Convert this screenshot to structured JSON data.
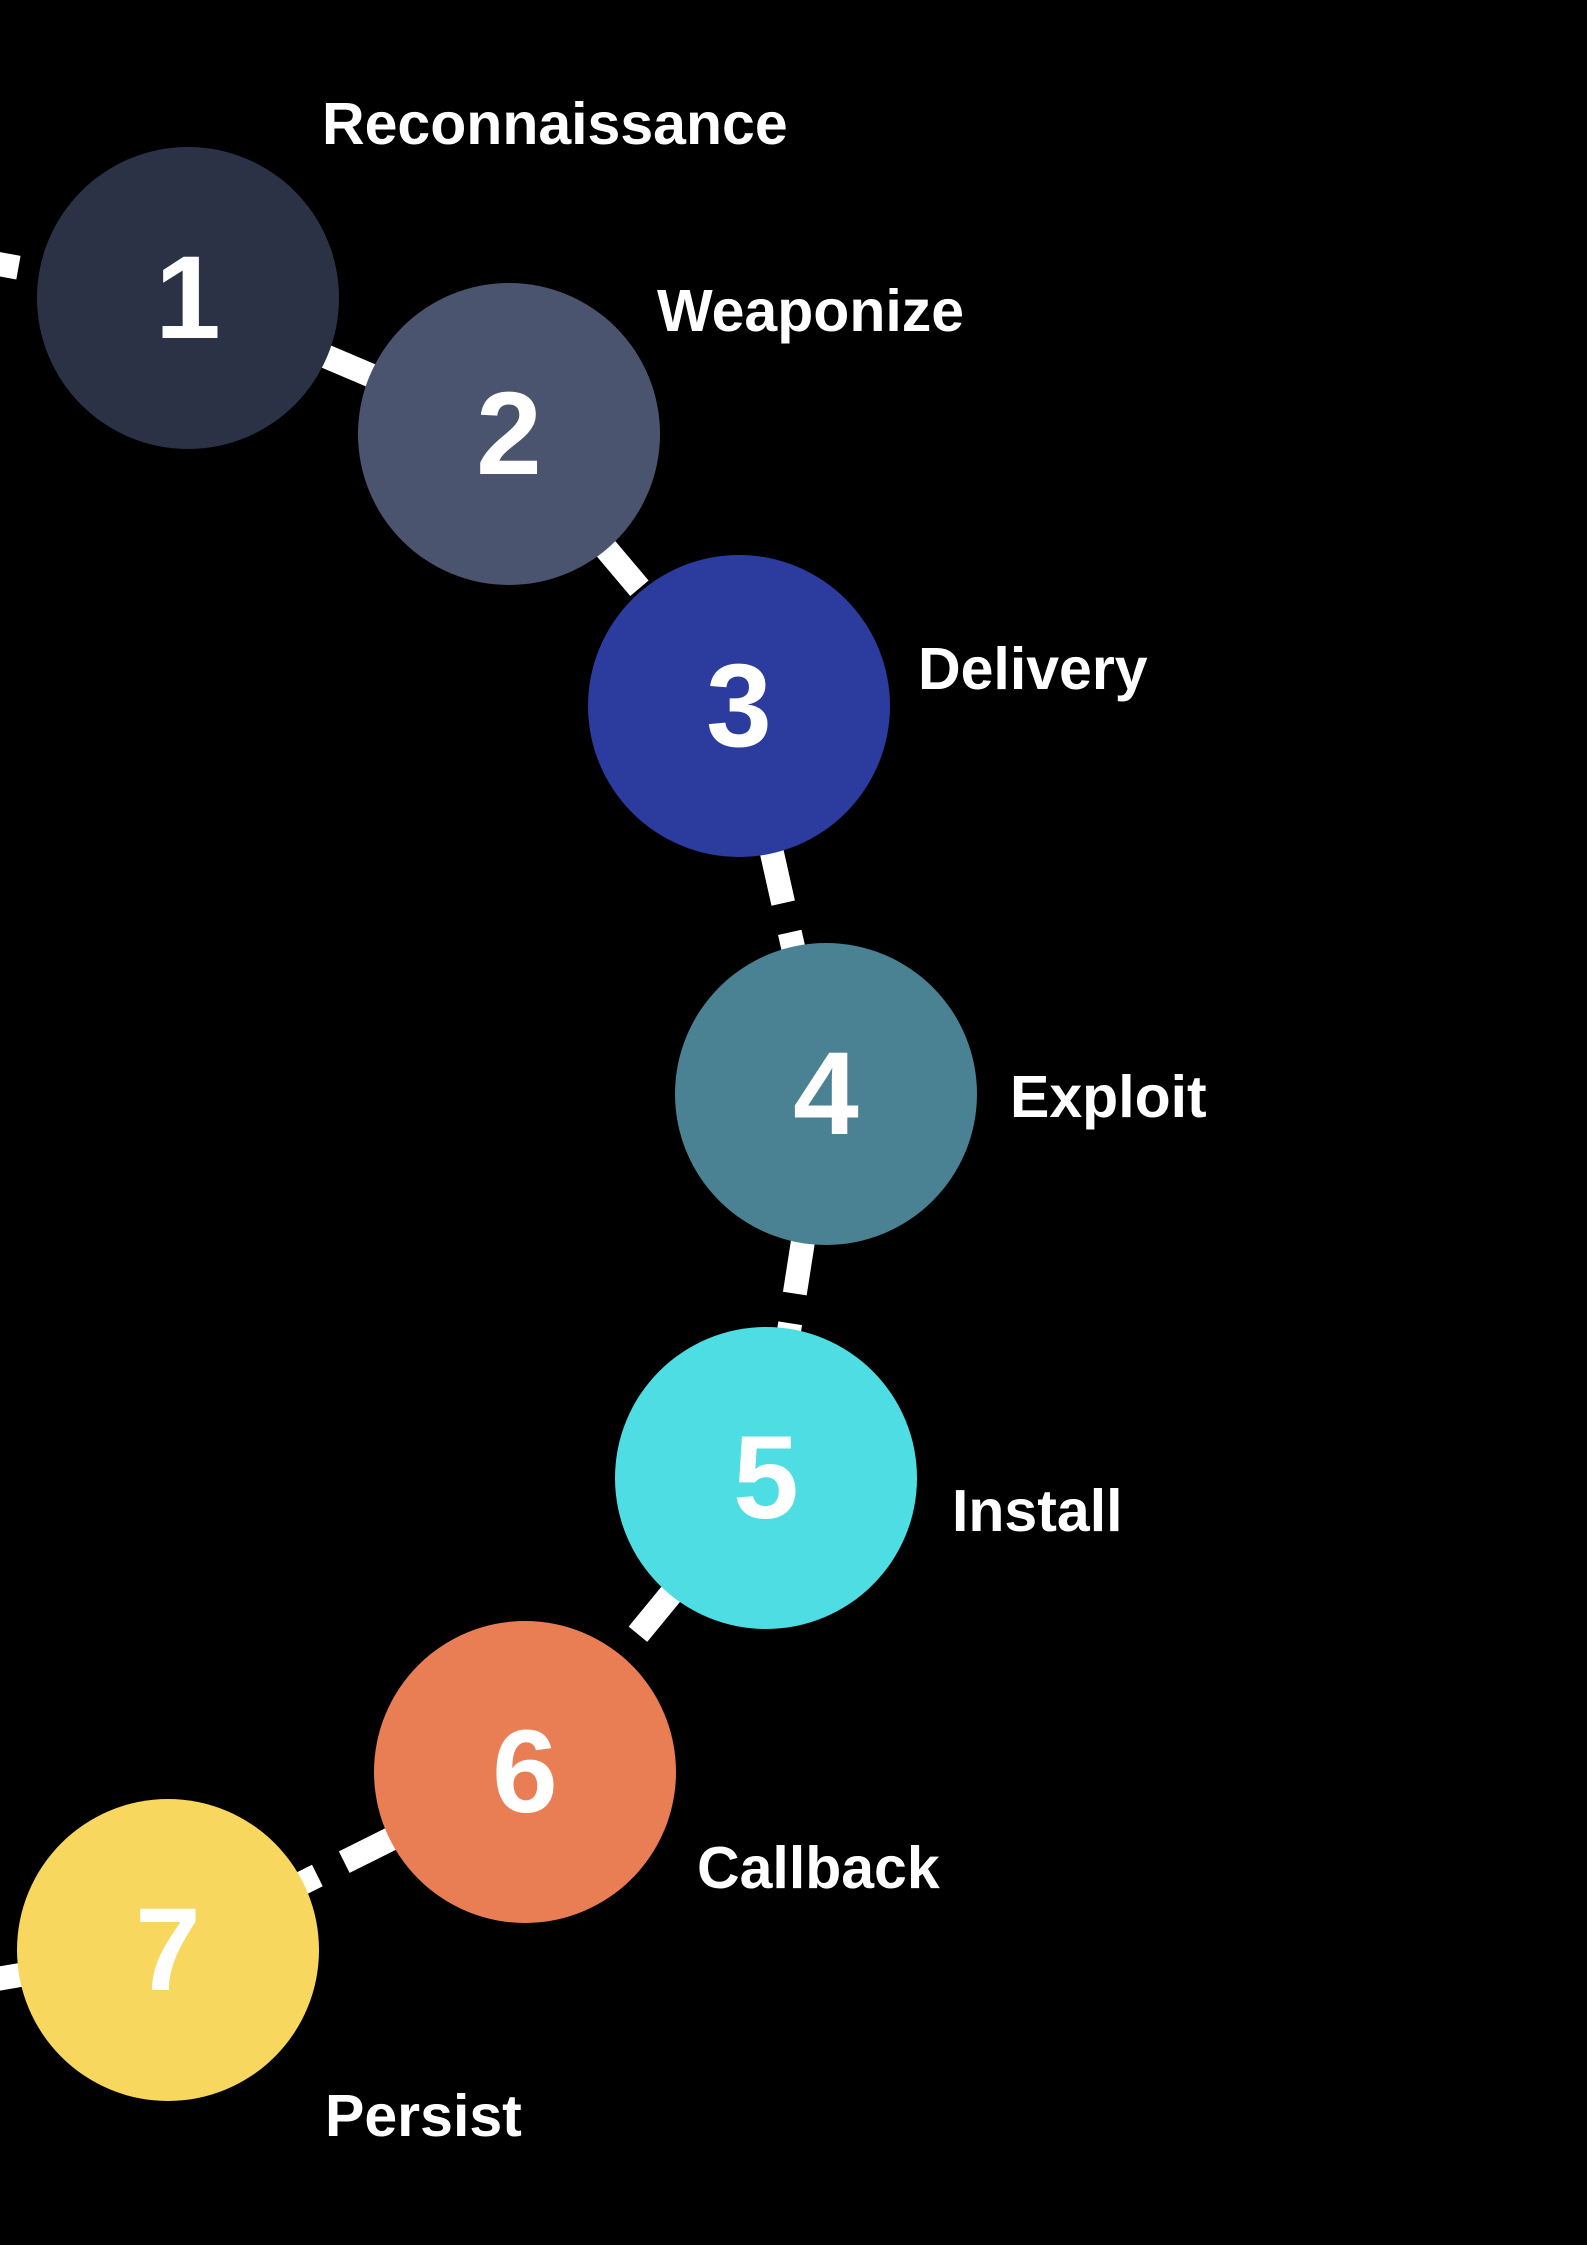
{
  "diagram": {
    "background": "#000000",
    "connector_color": "#ffffff",
    "steps": [
      {
        "number": "1",
        "label": "Reconnaissance",
        "color": "#2b3245"
      },
      {
        "number": "2",
        "label": "Weaponize",
        "color": "#4a546f"
      },
      {
        "number": "3",
        "label": "Delivery",
        "color": "#2b3b9e"
      },
      {
        "number": "4",
        "label": "Exploit",
        "color": "#4a8193"
      },
      {
        "number": "5",
        "label": "Install",
        "color": "#4fdde4"
      },
      {
        "number": "6",
        "label": "Callback",
        "color": "#e97d54"
      },
      {
        "number": "7",
        "label": "Persist",
        "color": "#f7d75e"
      }
    ]
  }
}
